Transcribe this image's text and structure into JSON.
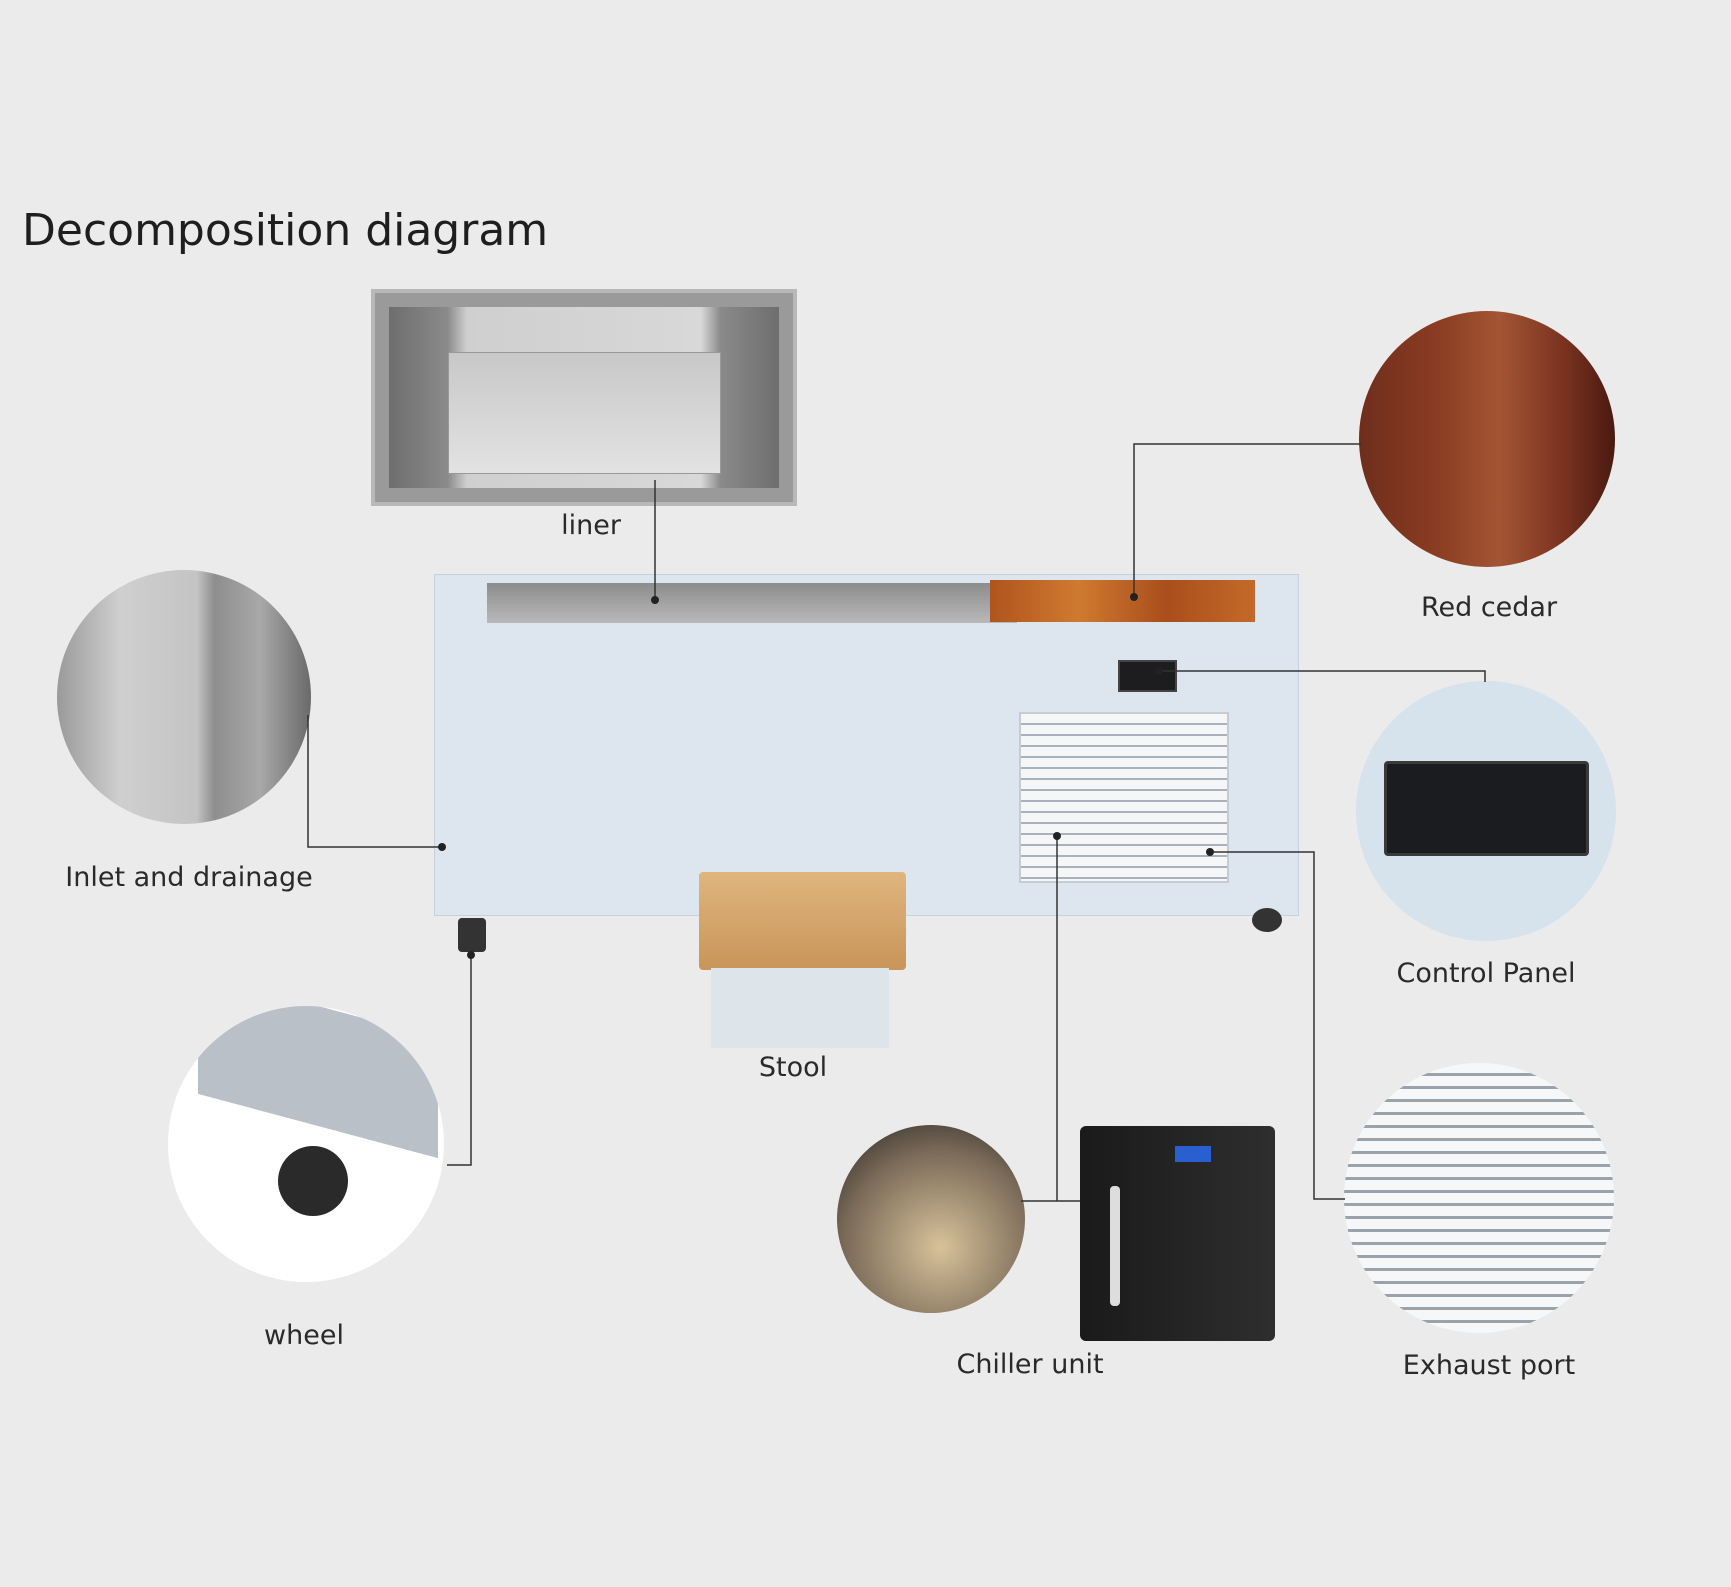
{
  "title": "Decomposition diagram",
  "labels": {
    "liner": "liner",
    "red_cedar": "Red cedar",
    "inlet": "Inlet and drainage",
    "control_panel": "Control Panel",
    "wheel": "wheel",
    "stool": "Stool",
    "chiller": "Chiller unit",
    "exhaust": "Exhaust port"
  },
  "colors": {
    "background": "#ebebeb",
    "tub": "#dde6ee",
    "cedar": "#a94e1c",
    "leader_line": "#333333"
  }
}
